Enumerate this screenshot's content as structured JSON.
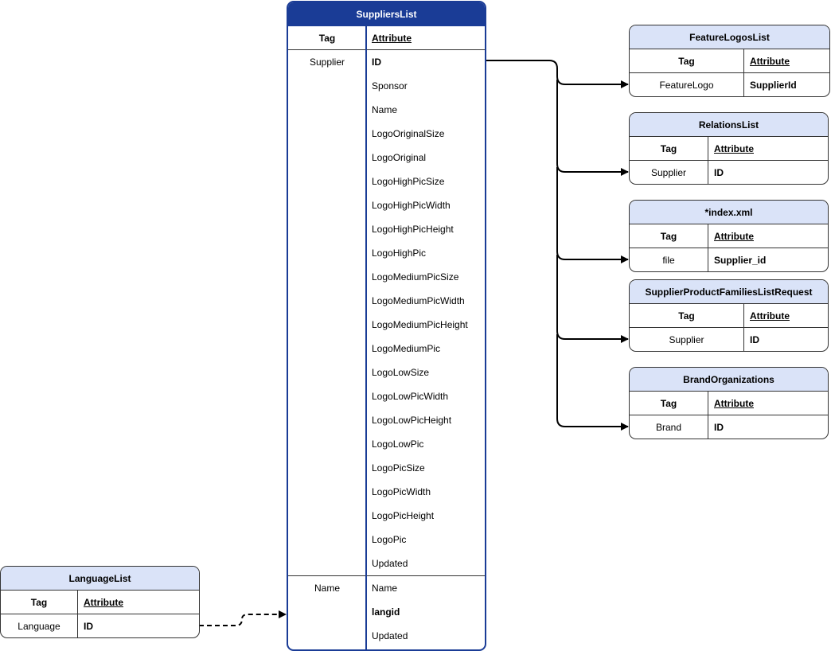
{
  "suppliers_list": {
    "title": "SuppliersList",
    "col_tag": "Tag",
    "col_attr": "Attribute",
    "groups": [
      {
        "tag": "Supplier",
        "attributes": [
          "ID",
          "Sponsor",
          "Name",
          "LogoOriginalSize",
          "LogoOriginal",
          "LogoHighPicSize",
          "LogoHighPicWidth",
          "LogoHighPicHeight",
          "LogoHighPic",
          "LogoMediumPicSize",
          "LogoMediumPicWidth",
          "LogoMediumPicHeight",
          "LogoMediumPic",
          "LogoLowSize",
          "LogoLowPicWidth",
          "LogoLowPicHeight",
          "LogoLowPic",
          "LogoPicSize",
          "LogoPicWidth",
          "LogoPicHeight",
          "LogoPic",
          "Updated"
        ],
        "bold": [
          "ID"
        ]
      },
      {
        "tag": "Name",
        "attributes": [
          "Name",
          "langid",
          "Updated"
        ],
        "bold": [
          "langid"
        ]
      }
    ]
  },
  "feature_logos_list": {
    "title": "FeatureLogosList",
    "col_tag": "Tag",
    "col_attr": "Attribute",
    "tag": "FeatureLogo",
    "attr": "SupplierId"
  },
  "relations_list": {
    "title": "RelationsList",
    "col_tag": "Tag",
    "col_attr": "Attribute",
    "tag": "Supplier",
    "attr": "ID"
  },
  "index_xml": {
    "title": "*index.xml",
    "col_tag": "Tag",
    "col_attr": "Attribute",
    "tag": "file",
    "attr": "Supplier_id"
  },
  "supplier_product_families": {
    "title": "SupplierProductFamiliesListRequest",
    "col_tag": "Tag",
    "col_attr": "Attribute",
    "tag": "Supplier",
    "attr": "ID"
  },
  "brand_organizations": {
    "title": "BrandOrganizations",
    "col_tag": "Tag",
    "col_attr": "Attribute",
    "tag": "Brand",
    "attr": "ID"
  },
  "language_list": {
    "title": "LanguageList",
    "col_tag": "Tag",
    "col_attr": "Attribute",
    "tag": "Language",
    "attr": "ID"
  },
  "colors": {
    "header_fill": "#dae3f8",
    "main_header": "#1a3c96",
    "stroke": "#333333"
  }
}
